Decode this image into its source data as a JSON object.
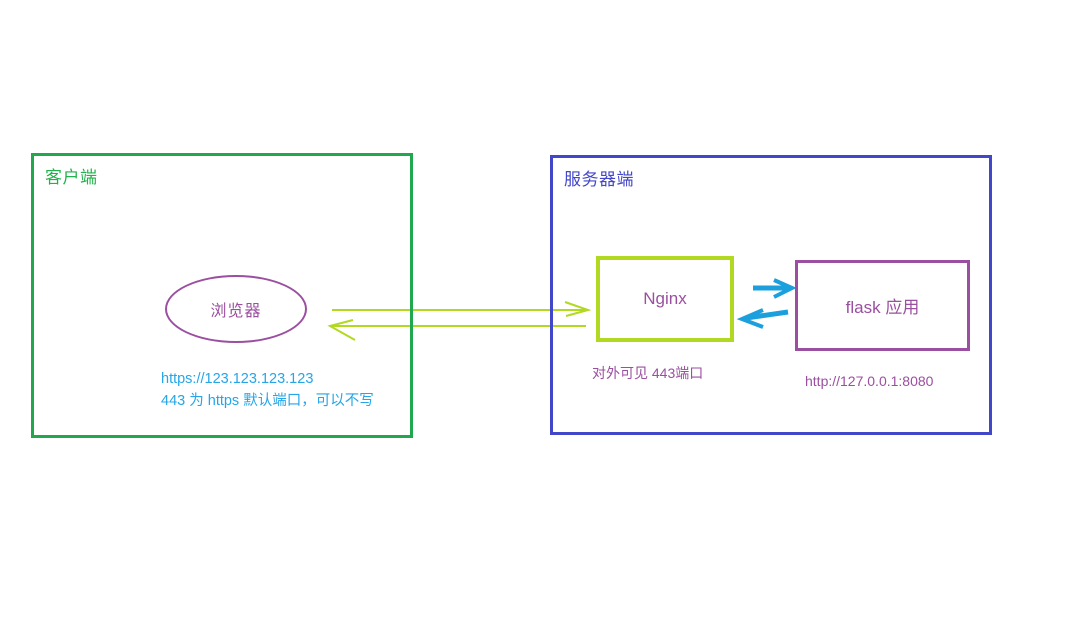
{
  "diagram": {
    "title_present": false,
    "background": "#ffffff",
    "zones": [
      {
        "id": "client",
        "label": "客户端",
        "border_color": "#21a84e",
        "text_color": "#22b24c"
      },
      {
        "id": "server",
        "label": "服务器端",
        "border_color": "#4246c8",
        "text_color": "#4246c8"
      }
    ],
    "nodes": [
      {
        "id": "browser",
        "label": "浏览器",
        "shape": "ellipse",
        "border_color": "#9b4fa0",
        "text_color": "#9b4fa0"
      },
      {
        "id": "nginx",
        "label": "Nginx",
        "shape": "rect",
        "border_color": "#b1d922",
        "text_color": "#9b4fa0"
      },
      {
        "id": "flask",
        "label": "flask 应用",
        "shape": "rect",
        "border_color": "#9b4fa0",
        "text_color": "#9b4fa0"
      }
    ],
    "captions": {
      "client_url_line1": "https://123.123.123.123",
      "client_url_line2": "443 为 https 默认端口，可以不写",
      "client_url_color": "#24a6e8",
      "nginx_port": "对外可见 443端口",
      "nginx_port_color": "#9b4fa0",
      "flask_url": "http://127.0.0.1:8080",
      "flask_url_color": "#9b4fa0"
    },
    "connectors": [
      {
        "id": "browser-to-nginx",
        "from": "browser",
        "to": "nginx",
        "direction": "right",
        "color": "#b1d922"
      },
      {
        "id": "nginx-to-browser",
        "from": "nginx",
        "to": "browser",
        "direction": "left",
        "color": "#b1d922"
      },
      {
        "id": "nginx-to-flask",
        "from": "nginx",
        "to": "flask",
        "direction": "right",
        "color": "#1ba0dd"
      },
      {
        "id": "flask-to-nginx",
        "from": "flask",
        "to": "nginx",
        "direction": "left",
        "color": "#1ba0dd"
      }
    ]
  }
}
